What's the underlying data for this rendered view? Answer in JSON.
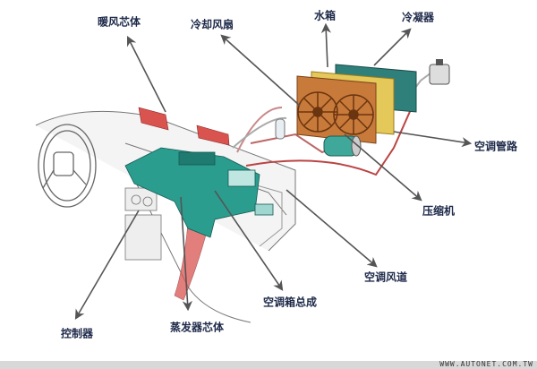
{
  "labels": {
    "heater_core": "暖风芯体",
    "cooling_fan": "冷却风扇",
    "radiator": "水箱",
    "condenser": "冷凝器",
    "ac_pipes": "空调管路",
    "compressor": "压缩机",
    "ac_duct": "空调风道",
    "ac_box_assembly": "空调箱总成",
    "evaporator_core": "蒸发器芯体",
    "controller": "控制器"
  },
  "watermark": "WWW.AUTONET.COM.TW",
  "colors": {
    "arrow": "#555555",
    "label": "#1e2a4a",
    "ac_box": "#2a9d8f",
    "heat_duct": "#d9534f",
    "radiator": "#c87a3a",
    "condenser": "#2f7f7a"
  }
}
